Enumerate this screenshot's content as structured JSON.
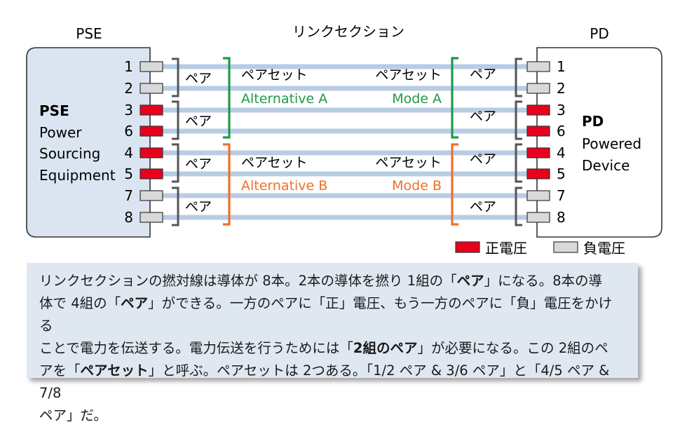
{
  "headers": {
    "pse": "PSE",
    "link": "リンクセクション",
    "pd": "PD"
  },
  "pse_box": {
    "lines": [
      "PSE",
      "Power",
      "Sourcing",
      "Equipment"
    ]
  },
  "pd_box": {
    "lines": [
      "PD",
      "Powered",
      "Device"
    ]
  },
  "pins": [
    "1",
    "2",
    "3",
    "6",
    "4",
    "5",
    "7",
    "8"
  ],
  "pin_polarity": [
    "negative",
    "negative",
    "positive",
    "positive",
    "positive",
    "positive",
    "negative",
    "negative"
  ],
  "pair_label": "ペア",
  "left_sets": [
    {
      "title": "ペアセット",
      "name": "Alternative A",
      "color": "#1e9a4a"
    },
    {
      "title": "ペアセット",
      "name": "Alternative B",
      "color": "#f07028"
    }
  ],
  "right_sets": [
    {
      "title": "ペアセット",
      "name": "Mode A",
      "color": "#1e9a4a"
    },
    {
      "title": "ペアセット",
      "name": "Mode B",
      "color": "#f07028"
    }
  ],
  "legend": {
    "positive": "正電圧",
    "negative": "負電圧"
  },
  "colors": {
    "positive": "#e8001c",
    "negative": "#d9d9d9",
    "wire": "#b8cce4",
    "box_fill": "#dbe5f1",
    "bracket": "#555555",
    "set_a": "#1e9a4a",
    "set_b": "#f07028"
  },
  "caption": {
    "line1": [
      {
        "t": "リンクセクションの撚対線は導体が 8本。2本の導体を撚り 1組の「",
        "b": false
      },
      {
        "t": "ペア",
        "b": true
      },
      {
        "t": "」になる。8本の導",
        "b": false
      }
    ],
    "line2": [
      {
        "t": "体で 4組の「",
        "b": false
      },
      {
        "t": "ペア",
        "b": true
      },
      {
        "t": "」ができる。一方のペアに「正」電圧、もう一方のペアに「負」電圧をかける",
        "b": false
      }
    ],
    "line3": [
      {
        "t": "ことで電力を伝送する。電力伝送を行うためには「",
        "b": false
      },
      {
        "t": "2組のペア",
        "b": true
      },
      {
        "t": "」が必要になる。この 2組のペ",
        "b": false
      }
    ],
    "line4": [
      {
        "t": "アを「",
        "b": false
      },
      {
        "t": "ペアセット",
        "b": true
      },
      {
        "t": "」と呼ぶ。ペアセットは 2つある。「1/2 ペア & 3/6 ペア」と「4/5 ペア & 7/8",
        "b": false
      }
    ],
    "line5": [
      {
        "t": "ペア」だ。",
        "b": false
      }
    ]
  }
}
